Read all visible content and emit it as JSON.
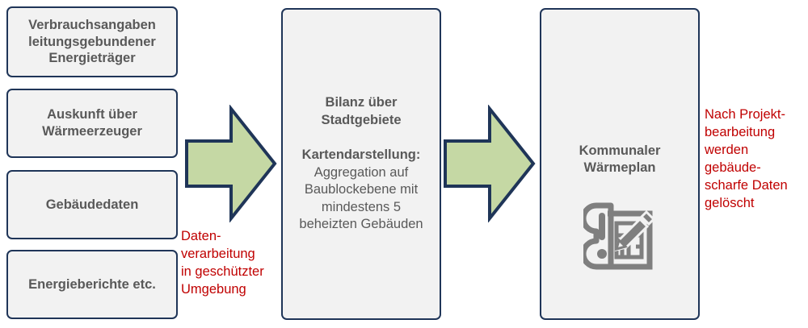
{
  "diagram": {
    "title": "Kommunale Waermeplanung Datenfluss",
    "colors": {
      "box_fill": "#f2f2f2",
      "box_border": "#1f3558",
      "text_gray": "#595959",
      "arrow_fill": "#c5d8a4",
      "arrow_border": "#1f3558",
      "note_red": "#c00000",
      "icon_gray": "#7f7f7f"
    }
  },
  "sources": [
    {
      "id": "verbrauchsangaben",
      "lines": [
        "Verbrauchsangaben",
        "leitungsgebundener",
        "Energieträger"
      ]
    },
    {
      "id": "auskunft",
      "lines": [
        "Auskunft über",
        "Wärmeerzeuger"
      ]
    },
    {
      "id": "gebaeudedaten",
      "lines": [
        "Gebäudedaten"
      ]
    },
    {
      "id": "energieberichte",
      "lines": [
        "Energieberichte etc."
      ]
    }
  ],
  "center": {
    "title": "Bilanz über\nStadtgebiete",
    "sub_heading": "Kartendarstellung:",
    "sub_body": "Aggregation auf\nBaublockebene mit\nmindestens 5\nbeheizten Gebäuden"
  },
  "right": {
    "title": "Kommunaler\nWärmeplan",
    "icon": "blueprint-pencil-icon"
  },
  "notes": {
    "left": "Daten-\nverarbeitung\nin geschützter\nUmgebung",
    "right": "Nach Projekt-\nbearbeitung\nwerden\ngebäude-\nscharfe Daten\ngelöscht"
  },
  "arrows": [
    {
      "id": "arrow-sources-to-center",
      "direction": "right"
    },
    {
      "id": "arrow-center-to-right",
      "direction": "right"
    }
  ]
}
